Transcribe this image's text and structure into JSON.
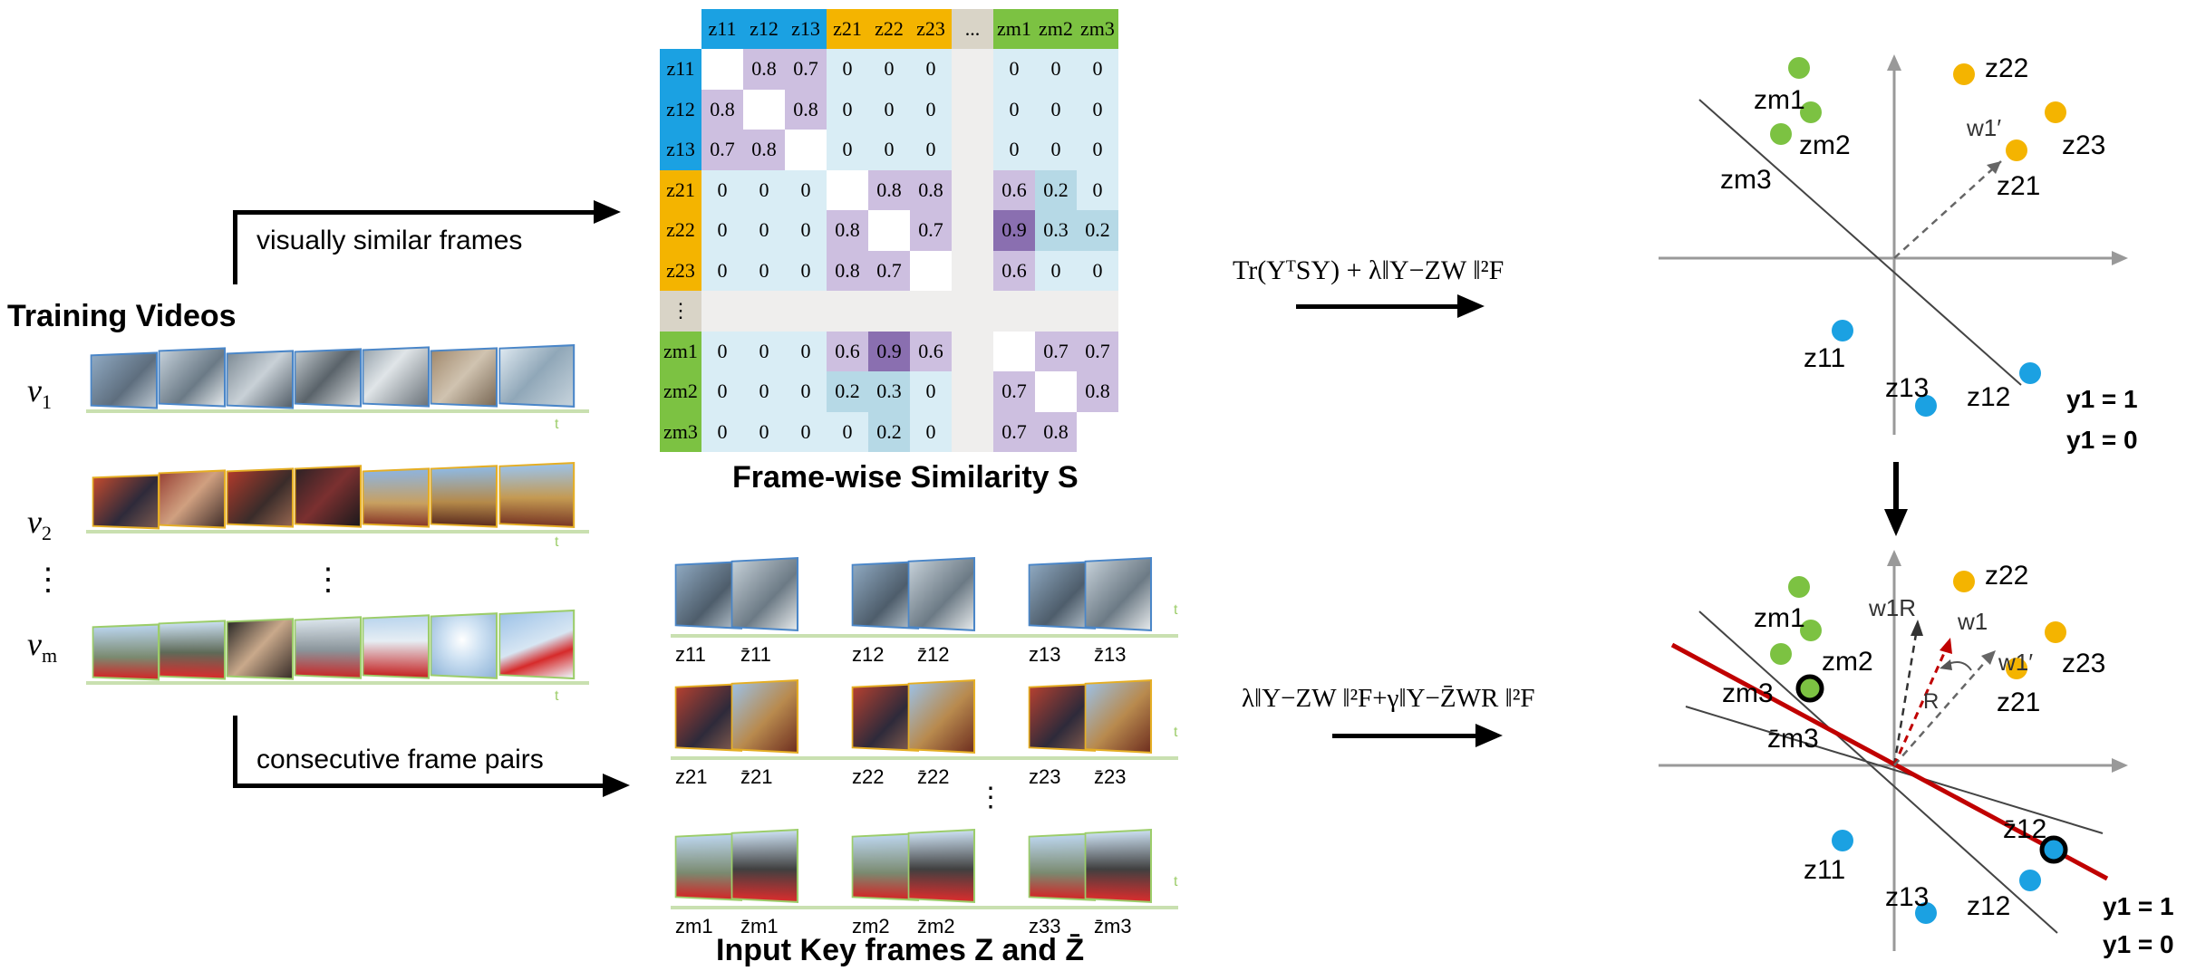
{
  "left": {
    "title": "Training Videos",
    "videos": [
      {
        "symbol": "v",
        "index": "1",
        "t": "t"
      },
      {
        "symbol": "v",
        "index": "2",
        "t": "t"
      },
      {
        "symbol": "v",
        "index": "m",
        "t": "t"
      }
    ],
    "vdots": "⋮"
  },
  "arrows": {
    "top_label": "visually similar frames",
    "bottom_label": "consecutive frame pairs"
  },
  "matrix": {
    "title": "Frame-wise Similarity S",
    "col_headers": [
      "z11",
      "z12",
      "z13",
      "z21",
      "z22",
      "z23",
      "...",
      "zm1",
      "zm2",
      "zm3"
    ],
    "row_headers": [
      "z11",
      "z12",
      "z13",
      "z21",
      "z22",
      "z23",
      "⋮",
      "zm1",
      "zm2",
      "zm3"
    ],
    "rows": [
      [
        "",
        "0.8",
        "0.7",
        "0",
        "0",
        "0",
        "",
        "0",
        "0",
        "0"
      ],
      [
        "0.8",
        "",
        "0.8",
        "0",
        "0",
        "0",
        "",
        "0",
        "0",
        "0"
      ],
      [
        "0.7",
        "0.8",
        "",
        "0",
        "0",
        "0",
        "",
        "0",
        "0",
        "0"
      ],
      [
        "0",
        "0",
        "0",
        "",
        "0.8",
        "0.8",
        "",
        "0.6",
        "0.2",
        "0"
      ],
      [
        "0",
        "0",
        "0",
        "0.8",
        "",
        "0.7",
        "",
        "0.9",
        "0.3",
        "0.2"
      ],
      [
        "0",
        "0",
        "0",
        "0.8",
        "0.7",
        "",
        "",
        "0.6",
        "0",
        "0"
      ],
      [
        "",
        "",
        "",
        "",
        "",
        "",
        "",
        "",
        "",
        ""
      ],
      [
        "0",
        "0",
        "0",
        "0.6",
        "0.9",
        "0.6",
        "",
        "",
        "0.7",
        "0.7"
      ],
      [
        "0",
        "0",
        "0",
        "0.2",
        "0.3",
        "0",
        "",
        "0.7",
        "",
        "0.8"
      ],
      [
        "0",
        "0",
        "0",
        "0",
        "0.2",
        "0",
        "",
        "0.7",
        "0.8",
        ""
      ]
    ],
    "colors": {
      "blue": "#1ba1e2",
      "orange": "#f4b400",
      "green": "#7cc242",
      "gray": "#d9d4c7"
    }
  },
  "keyframes": {
    "title": "Input Key frames Z and Z̄",
    "rows": [
      [
        "z11",
        "z̄11",
        "z12",
        "z̄12",
        "z13",
        "z̄13"
      ],
      [
        "z21",
        "z̄21",
        "z22",
        "z̄22",
        "z23",
        "z̄23"
      ],
      [
        "zm1",
        "z̄m1",
        "zm2",
        "z̄m2",
        "z33",
        "z̄m3"
      ]
    ],
    "t": "t",
    "vdots": "⋮"
  },
  "formulas": {
    "top": "Tr(YᵀSY) + λ‖Y−ZW ‖²F",
    "bottom": "λ‖Y−ZW ‖²F+γ‖Y−Z̄WR ‖²F"
  },
  "plot_top": {
    "labels": {
      "zm1": "zm1",
      "zm2": "zm2",
      "zm3": "zm3",
      "z22": "z22",
      "z23": "z23",
      "z21": "z21",
      "z11": "z11",
      "z12": "z12",
      "z13": "z13",
      "w1p": "w1′"
    },
    "y1_pos": "y1 = 1",
    "y1_neg": "y1 = 0"
  },
  "plot_bottom": {
    "labels": {
      "zm1": "zm1",
      "zm2": "zm2",
      "zm3": "zm3",
      "z22": "z22",
      "z23": "z23",
      "z21": "z21",
      "z11": "z11",
      "z12": "z12",
      "z13": "z13",
      "w1": "w1",
      "w1p": "w1′",
      "w1R": "w1R",
      "R": "R",
      "zbm3": "z̄m3",
      "zb12": "z̄12"
    },
    "y1_pos": "y1 = 1",
    "y1_neg": "y1 = 0"
  },
  "colors": {
    "blue_dot": "#1ba1e2",
    "orange_dot": "#f4b400",
    "green_dot": "#7cc242",
    "red_line": "#c00000"
  }
}
